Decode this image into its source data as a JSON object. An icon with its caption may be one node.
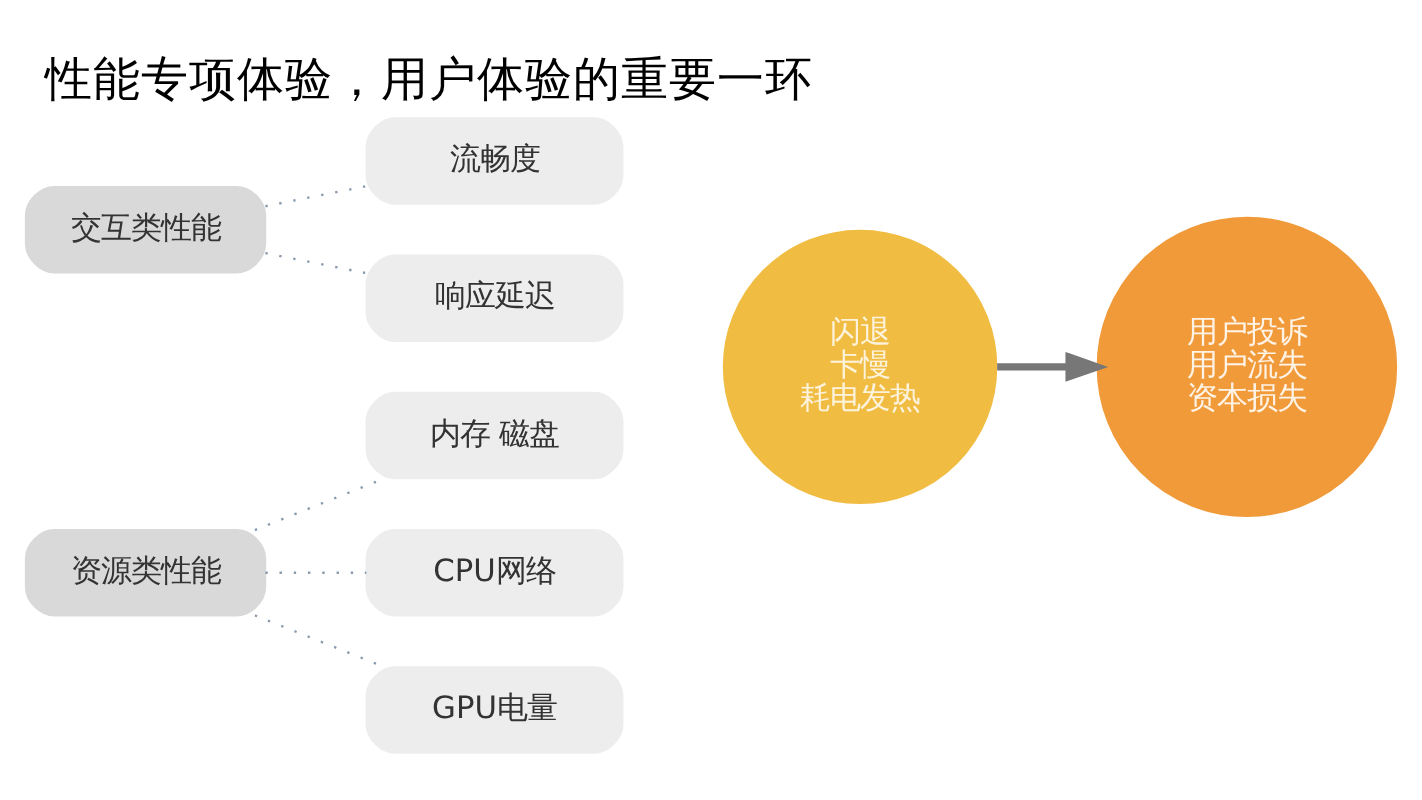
{
  "diagram": {
    "title": "性能专项体验，用户体验的重要一环",
    "nodes": [
      {
        "text": [
          "交互类性能"
        ]
      },
      {
        "text": [
          "流畅度"
        ]
      },
      {
        "text": [
          "响应延迟"
        ]
      },
      {
        "text": [
          "资源类性能"
        ]
      },
      {
        "text": [
          "内存 磁盘"
        ]
      },
      {
        "text": [
          "CPU网络"
        ]
      },
      {
        "text": [
          "GPU电量"
        ]
      },
      {
        "text": [
          "闪退",
          "卡慢",
          "耗电发热"
        ]
      },
      {
        "text": [
          "用户投诉",
          "用户流失",
          "资本损失"
        ]
      }
    ],
    "edges": [
      {
        "from": 0,
        "to": 1,
        "arrow": "none",
        "style": "dashed"
      },
      {
        "from": 0,
        "to": 2,
        "arrow": "none",
        "style": "dashed"
      },
      {
        "from": 3,
        "to": 4,
        "arrow": "none",
        "style": "dashed"
      },
      {
        "from": 3,
        "to": 5,
        "arrow": "none",
        "style": "dashed"
      },
      {
        "from": 3,
        "to": 6,
        "arrow": "none",
        "style": "dashed"
      },
      {
        "from": 7,
        "to": 8,
        "arrow": "to",
        "style": "thick"
      }
    ]
  }
}
